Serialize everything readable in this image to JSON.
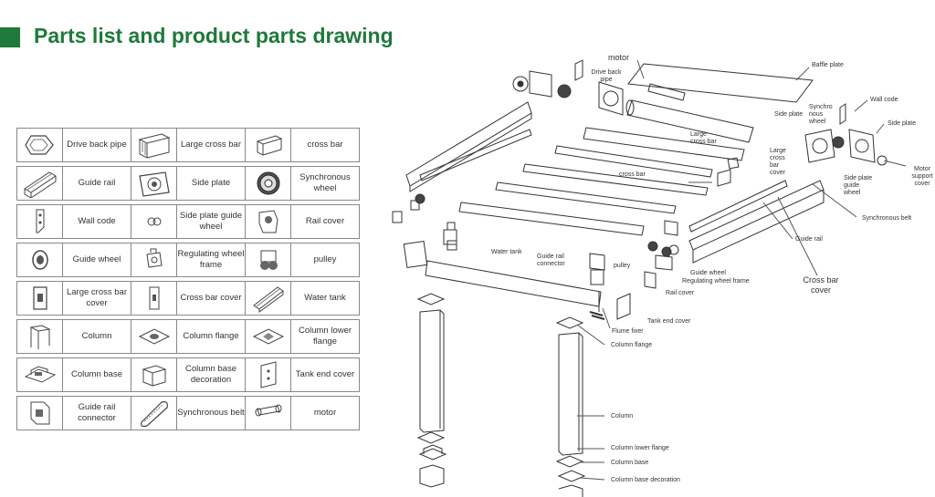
{
  "header": {
    "title": "Parts list and product parts drawing",
    "accent_color": "#1e7a3b"
  },
  "parts_table": {
    "rows": [
      [
        {
          "icon": "drive-back-pipe-icon",
          "label": "Drive back pipe"
        },
        {
          "icon": "large-cross-bar-icon",
          "label": "Large cross bar"
        },
        {
          "icon": "cross-bar-icon",
          "label": "cross bar"
        }
      ],
      [
        {
          "icon": "guide-rail-icon",
          "label": "Guide rail"
        },
        {
          "icon": "side-plate-icon",
          "label": "Side plate"
        },
        {
          "icon": "synchronous-wheel-icon",
          "label": "Synchronous wheel"
        }
      ],
      [
        {
          "icon": "wall-code-icon",
          "label": "Wall code"
        },
        {
          "icon": "side-plate-guide-wheel-icon",
          "label": "Side plate guide wheel"
        },
        {
          "icon": "rail-cover-icon",
          "label": "Rail cover"
        }
      ],
      [
        {
          "icon": "guide-wheel-icon",
          "label": "Guide wheel"
        },
        {
          "icon": "regulating-wheel-frame-icon",
          "label": "Regulating wheel frame"
        },
        {
          "icon": "pulley-icon",
          "label": "pulley"
        }
      ],
      [
        {
          "icon": "large-cross-bar-cover-icon",
          "label": "Large cross bar cover"
        },
        {
          "icon": "cross-bar-cover-icon",
          "label": "Cross bar cover"
        },
        {
          "icon": "water-tank-icon",
          "label": "Water tank"
        }
      ],
      [
        {
          "icon": "column-icon",
          "label": "Column"
        },
        {
          "icon": "column-flange-icon",
          "label": "Column flange"
        },
        {
          "icon": "column-lower-flange-icon",
          "label": "Column lower flange"
        }
      ],
      [
        {
          "icon": "column-base-icon",
          "label": "Column base"
        },
        {
          "icon": "column-base-decoration-icon",
          "label": "Column base decoration"
        },
        {
          "icon": "tank-end-cover-icon",
          "label": "Tank end cover"
        }
      ],
      [
        {
          "icon": "guide-rail-connector-icon",
          "label": "Guide rail connector"
        },
        {
          "icon": "synchronous-belt-icon",
          "label": "Synchronous belt"
        },
        {
          "icon": "motor-icon",
          "label": "motor"
        }
      ]
    ]
  },
  "drawing": {
    "callouts": {
      "motor": "motor",
      "drive_back_pipe": "Drive back pipe",
      "baffle_plate": "Baffle plate",
      "wall_code": "Wall code",
      "side_plate_left": "Side plate",
      "synchronous_wheel": "Synchro nous wheel",
      "side_plate_right": "Side plate",
      "large_cross_bar": "Large cross bar",
      "large_cross_bar_cover": "Large cross bar cover",
      "motor_support_cover": "Motor support cover",
      "cross_bar": "cross bar",
      "side_plate_guide_wheel": "Side plate guide wheel",
      "synchronous_belt": "Synchronous belt",
      "guide_rail": "Guide rail",
      "water_tank": "Water tank",
      "guide_rail_connector": "Guide rail connector",
      "pulley": "pulley",
      "guide_wheel": "Guide wheel",
      "regulating_wheel_frame": "Regulating wheel frame",
      "rail_cover": "Rail cover",
      "cross_bar_cover": "Cross bar cover",
      "tank_end_cover": "Tank end cover",
      "flume_fixer": "Flume fixer",
      "column_flange": "Column flange",
      "column": "Column",
      "column_lower_flange": "Column lower flange",
      "column_base": "Column base",
      "column_base_decoration": "Column base decoration"
    }
  }
}
